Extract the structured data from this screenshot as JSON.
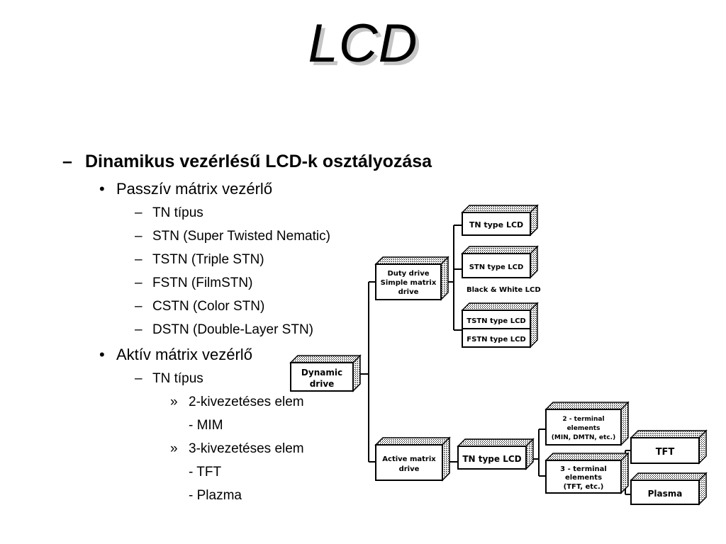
{
  "slide": {
    "title": "LCD",
    "bullets": {
      "heading": {
        "marker": "–",
        "text": "Dinamikus vezérlésű LCD-k osztályozása"
      },
      "passive": {
        "marker": "•",
        "text": "Passzív mátrix vezérlő"
      },
      "passive_items": [
        {
          "marker": "–",
          "text": "TN típus"
        },
        {
          "marker": "–",
          "text": "STN (Super Twisted Nematic)"
        },
        {
          "marker": "–",
          "text": "TSTN (Triple STN)"
        },
        {
          "marker": "–",
          "text": "FSTN (FilmSTN)"
        },
        {
          "marker": "–",
          "text": "CSTN (Color STN)"
        },
        {
          "marker": "–",
          "text": "DSTN (Double-Layer STN)"
        }
      ],
      "active": {
        "marker": "•",
        "text": "Aktív mátrix vezérlő"
      },
      "active_tn": {
        "marker": "–",
        "text": "TN típus"
      },
      "two_terminal": {
        "marker": "»",
        "text": "2-kivezetéses elem"
      },
      "mim": "- MIM",
      "three_terminal": {
        "marker": "»",
        "text": "3-kivezetéses elem"
      },
      "tft": "- TFT",
      "plasma": "- Plazma"
    }
  },
  "diagram": {
    "dynamic_drive": [
      "Dynamic",
      "drive"
    ],
    "duty_drive": [
      "Duty drive",
      "Simple matrix",
      "drive"
    ],
    "active_matrix_drive": [
      "Active matrix",
      "drive"
    ],
    "tn_type_lcd_passive": "TN type LCD",
    "stn_type_lcd": "STN type LCD",
    "bw_label": "Black & White LCD",
    "tstn_type_lcd": "TSTN type LCD",
    "fstn_type_lcd": "FSTN type LCD",
    "tn_type_lcd_active": "TN type LCD",
    "two_terminal": [
      "2 - terminal",
      "elements",
      "(MIN, DMTN, etc.)"
    ],
    "three_terminal": [
      "3 - terminal",
      "elements",
      "(TFT, etc.)"
    ],
    "tft": "TFT",
    "plasma": "Plasma"
  }
}
